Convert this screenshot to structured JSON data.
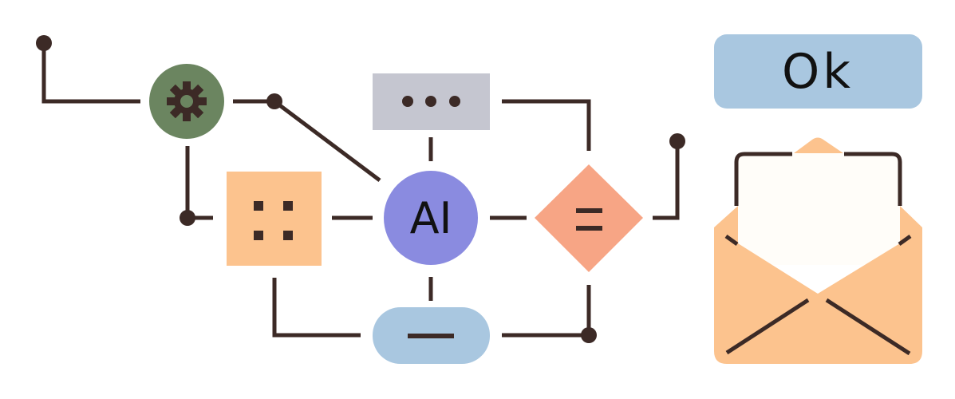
{
  "diagram": {
    "title": "",
    "colors": {
      "line": "#3c2a26",
      "gear_node": "#6b8560",
      "ai_node": "#8a8be0",
      "grid_node": "#fcc38e",
      "dots_node": "#c5c6d0",
      "equals_node": "#f7a585",
      "minus_node": "#a9c7e0",
      "ok_button": "#a9c7e0",
      "envelope": "#fcc38e",
      "letter": "#fffdf9"
    },
    "nodes": [
      {
        "id": "gear",
        "shape": "circle",
        "icon": "gear-icon"
      },
      {
        "id": "grid",
        "shape": "square",
        "icon": "grid-four-icon"
      },
      {
        "id": "ai",
        "shape": "circle",
        "label": "AI"
      },
      {
        "id": "more",
        "shape": "rectangle",
        "icon": "ellipsis-icon"
      },
      {
        "id": "equals",
        "shape": "diamond",
        "icon": "equals-icon"
      },
      {
        "id": "minus",
        "shape": "pill",
        "icon": "minus-icon"
      }
    ],
    "ai_label": "AI",
    "ok_button": {
      "label": "Ok"
    },
    "envelope": {
      "icon": "open-envelope-icon"
    }
  }
}
